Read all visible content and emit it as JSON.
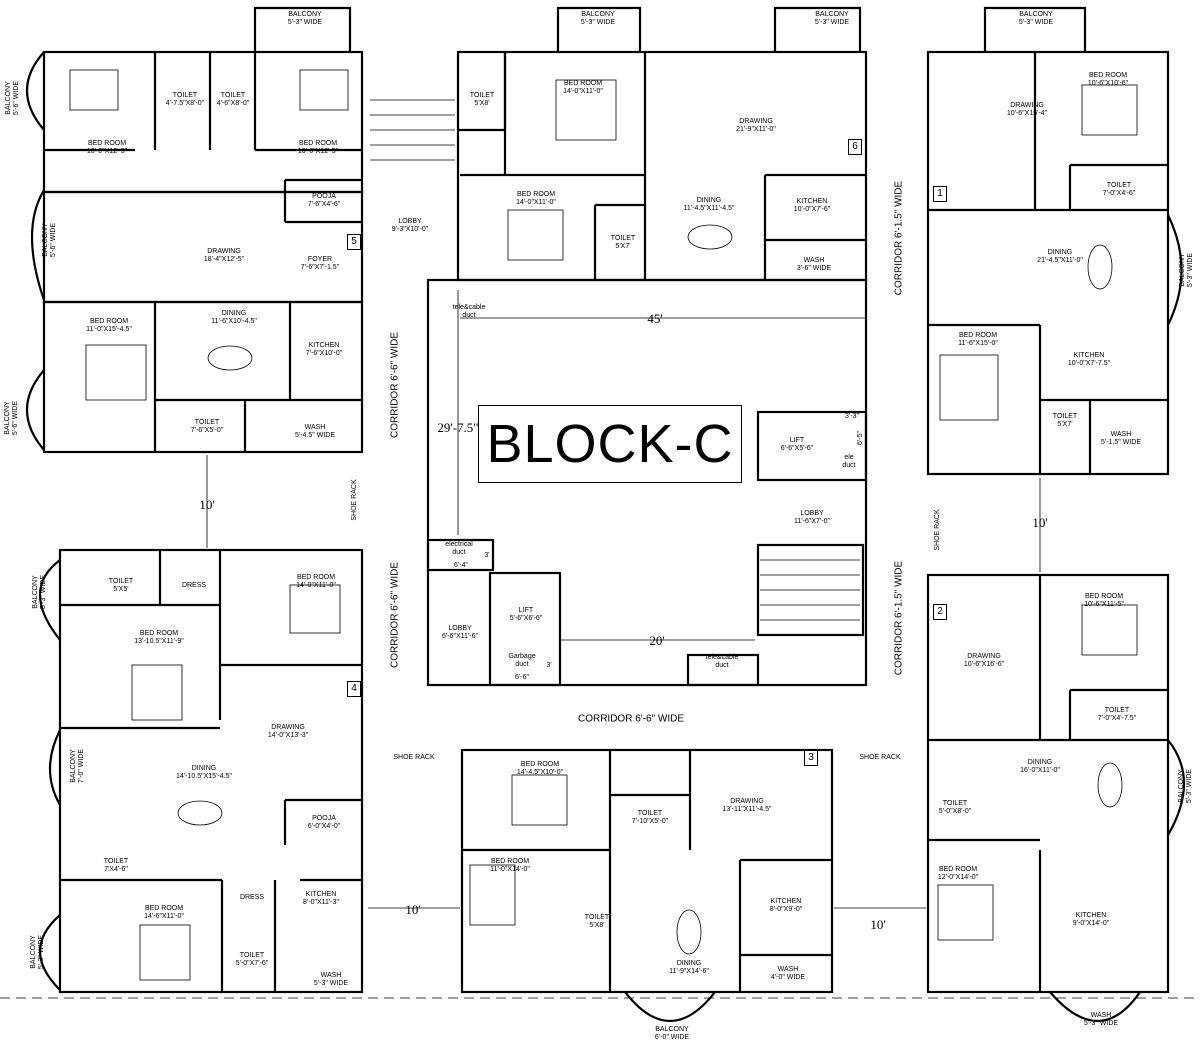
{
  "title": "BLOCK-C",
  "corridors": {
    "c1": "CORRIDOR 6'-6\" WIDE",
    "c2": "CORRIDOR 6'-6\" WIDE",
    "c3": "CORRIDOR 6'-6\" WIDE",
    "c4": "CORRIDOR 6'-1.5\" WIDE",
    "c5": "CORRIDOR 6'-1.5\" WIDE"
  },
  "shoe_rack": "SHOE RACK",
  "dimensions": {
    "d45": "45'",
    "d29": "29'-7.5\"",
    "d20": "20'",
    "d10": "10'"
  },
  "unit_numbers": [
    "1",
    "2",
    "3",
    "4",
    "5",
    "6"
  ],
  "core": {
    "lobby_top": "LOBBY\n9'-3\"X10'-0\"",
    "tele_top": "tele&cable\nduct",
    "lift_right": "LIFT\n6'-6\"X5'-6\"",
    "dim_33": "3'-3\"",
    "dim_65": "6'-5\"",
    "ele_duct": "ele\nduct",
    "lobby_right": "LOBBY\n11'-6\"X7'-0\"",
    "electrical_duct": "electrical\nduct",
    "dim_64": "6'-4\"",
    "dim_3a": "3'",
    "lift_left": "LIFT\n5'-6\"X6'-6\"",
    "lobby_left": "LOBBY\n6'-6\"X11'-6\"",
    "garbage_duct": "Garbage\nduct",
    "dim_66": "6'-6\"",
    "dim_3b": "3'",
    "tele_bottom": "tele&cable\nduct"
  },
  "rooms": {
    "u5_balcony": "BALCONY\n5'-3\" WIDE",
    "u5_balcony_left": "BALCONY\n5'-6\" WIDE",
    "u5_bed1": "BED ROOM\n10'-0\"X12'-5\"",
    "u5_toilet1": "TOILET\n4'-7.5\"X8'-0\"",
    "u5_toilet2": "TOILET\n4'-6\"X8'-0\"",
    "u5_bed2": "BED ROOM\n10'-6\"X12'-5\"",
    "u5_balcony2": "BALCONY\n5'-6\" WIDE",
    "u5_pooja": "POOJA\n7'-6\"X4'-6\"",
    "u5_drawing": "DRAWING\n18'-4\"X12'-5\"",
    "u5_foyer": "FOYER\n7'-6\"X7'-1.5\"",
    "u5_bed3": "BED ROOM\n11'-0\"X15'-4.5\"",
    "u5_dining": "DINING\n11'-6\"X10'-4.5\"",
    "u5_kitchen": "KITCHEN\n7'-6\"X10'-0\"",
    "u5_balcony3": "BALCONY\n5'-6\" WIDE",
    "u5_toilet3": "TOILET\n7'-6\"X5'-0\"",
    "u5_wash": "WASH\n5'-4.5\" WIDE",
    "u6_balcony1": "BALCONY\n5'-3\" WIDE",
    "u6_balcony2": "BALCONY\n5'-3\" WIDE",
    "u6_toilet1": "TOILET\n5'X8'",
    "u6_bed1": "BED ROOM\n14'-0\"X11'-0\"",
    "u6_drawing": "DRAWING\n21'-9\"X11'-0\"",
    "u6_bed2": "BED ROOM\n14'-0\"X11'-0\"",
    "u6_toilet2": "TOILET\n5'X7'",
    "u6_dining": "DINING\n11'-4.5\"X11'-4.5\"",
    "u6_kitchen": "KITCHEN\n10'-0\"X7'-6\"",
    "u6_wash": "WASH\n3'-6\" WIDE",
    "u1_balcony": "BALCONY\n5'-3\" WIDE",
    "u1_drawing": "DRAWING\n10'-6\"X15'-4\"",
    "u1_bed1": "BED ROOM\n10'-6\"X10'-6\"",
    "u1_toilet1": "TOILET\n7'-0\"X4'-6\"",
    "u1_dining": "DINING\n21'-4.5\"X11'-0\"",
    "u1_balcony2": "BALCONY\n5'-3\" WIDE",
    "u1_bed2": "BED ROOM\n11'-6\"X15'-0\"",
    "u1_kitchen": "KITCHEN\n10'-0\"X7'-7.5\"",
    "u1_toilet2": "TOILET\n5'X7'",
    "u1_wash": "WASH\n5'-1.5\" WIDE",
    "u4_balcony1": "BALCONY\n5'-3\" WIDE",
    "u4_toilet1": "TOILET\n5'X5'",
    "u4_dress1": "DRESS",
    "u4_bed1": "BED ROOM\n14'-0\"X11'-0\"",
    "u4_bed2": "BED ROOM\n13'-10.5\"X11'-9\"",
    "u4_drawing": "DRAWING\n14'-0\"X13'-3\"",
    "u4_balcony2": "BALCONY\n7'-0\" WIDE",
    "u4_dining": "DINING\n14'-10.5\"X15'-4.5\"",
    "u4_pooja": "POOJA\n6'-0\"X4'-0\"",
    "u4_toilet2": "TOILET\n7'X4'-6\"",
    "u4_bed3": "BED ROOM\n14'-6\"X11'-0\"",
    "u4_dress2": "DRESS",
    "u4_kitchen": "KITCHEN\n8'-0\"X11'-3\"",
    "u4_toilet3": "TOILET\n5'-0\"X7'-6\"",
    "u4_balcony3": "BALCONY\n5'-3\" WIDE",
    "u4_wash": "WASH\n5'-3\" WIDE",
    "u3_bed1": "BED ROOM\n14'-4.5\"X10'-0\"",
    "u3_toilet1": "TOILET\n7'-10\"X5'-0\"",
    "u3_drawing": "DRAWING\n13'-11\"X11'-4.5\"",
    "u3_bed2": "BED ROOM\n11'-0\"X14'-0\"",
    "u3_toilet2": "TOILET\n5'X8'",
    "u3_kitchen": "KITCHEN\n8'-0\"X9'-0\"",
    "u3_dining": "DINING\n11'-9\"X14'-6\"",
    "u3_wash": "WASH\n4'-0\" WIDE",
    "u3_balcony": "BALCONY\n6'-0\" WIDE",
    "u2_drawing": "DRAWING\n10'-6\"X16'-6\"",
    "u2_bed1": "BED ROOM\n10'-6\"X11'-5\"",
    "u2_toilet1": "TOILET\n7'-0\"X4'-7.5\"",
    "u2_dining": "DINING\n16'-0\"X11'-0\"",
    "u2_balcony": "BALCONY\n5'-3\" WIDE",
    "u2_toilet2": "TOILET\n5'-0\"X8'-0\"",
    "u2_bed2": "BED ROOM\n12'-0\"X14'-0\"",
    "u2_kitchen": "KITCHEN\n9'-0\"X14'-0\"",
    "u2_wash": "WASH\n5'-3\" WIDE"
  }
}
